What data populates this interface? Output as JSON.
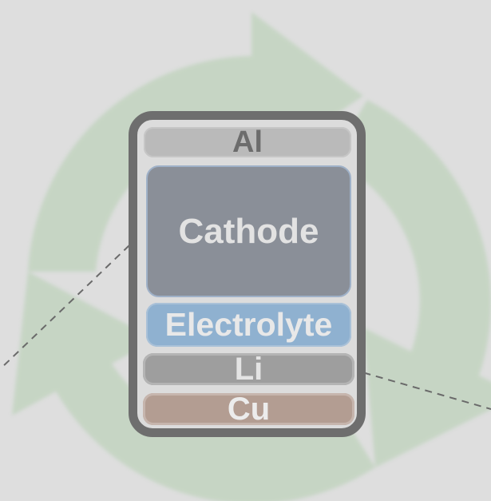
{
  "cell": {
    "layers": {
      "al": "Al",
      "cathode": "Cathode",
      "electrolyte": "Electrolyte",
      "li": "Li",
      "cu": "Cu"
    }
  },
  "colors": {
    "background": "#dedede",
    "cycle_arrow": "#c2d4c0",
    "casing": "#6e6e6e",
    "al": "#bababa",
    "cathode": "#8a8f98",
    "electrolyte": "#8fb1d0",
    "li": "#9e9e9e",
    "cu": "#b39d92"
  }
}
